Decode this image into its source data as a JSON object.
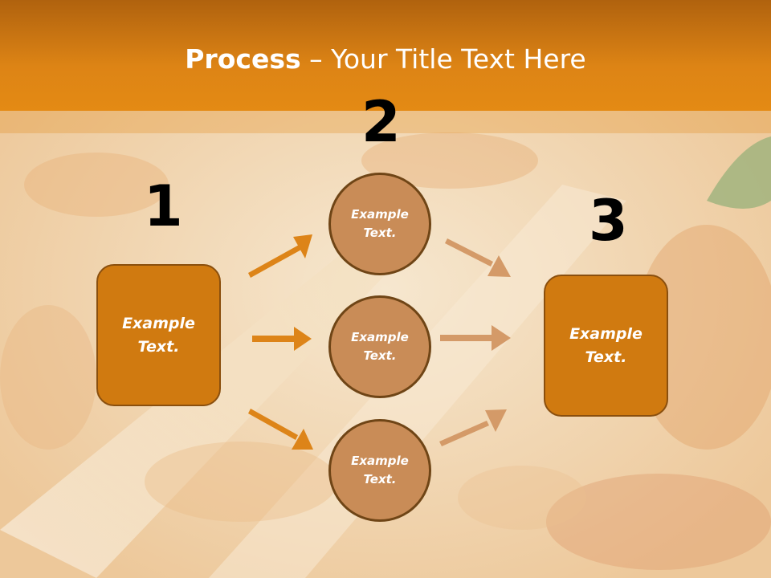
{
  "slide": {
    "title_bold": "Process",
    "title_rest": " – Your Title Text Here"
  },
  "steps": {
    "one": "1",
    "two": "2",
    "three": "3"
  },
  "left_box": {
    "text": "Example Text."
  },
  "circles": [
    {
      "text": "Example Text."
    },
    {
      "text": "Example Text."
    },
    {
      "text": "Example Text."
    }
  ],
  "right_box": {
    "text": "Example Text."
  },
  "colors": {
    "header": "#e48a14",
    "box_fill": "#d07a10",
    "circle_fill": "#c98c57",
    "arrow_dark": "#dd8418",
    "arrow_light": "#d49a68"
  }
}
